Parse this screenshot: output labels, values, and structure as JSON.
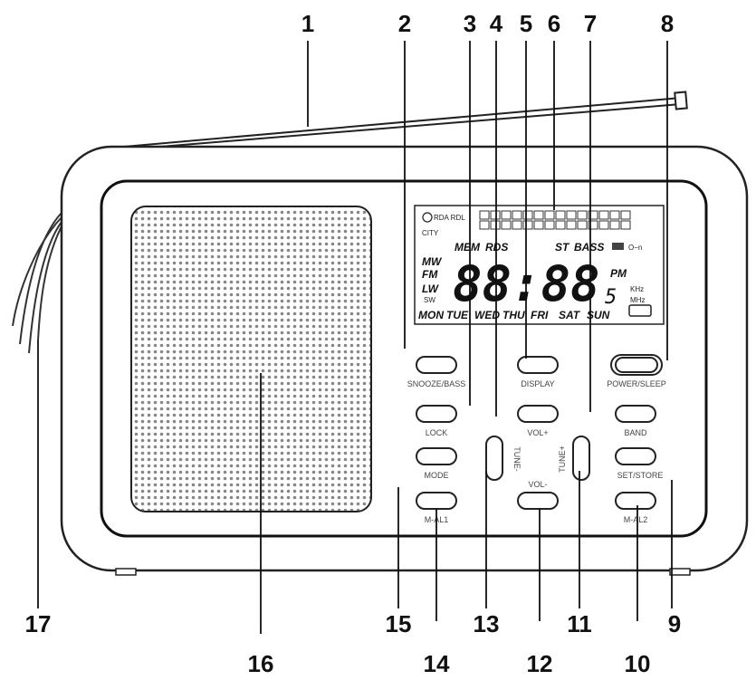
{
  "callouts": [
    "1",
    "2",
    "3",
    "4",
    "5",
    "6",
    "7",
    "8",
    "9",
    "10",
    "11",
    "12",
    "13",
    "14",
    "15",
    "16",
    "17"
  ],
  "buttons": {
    "snooze_bass": "SNOOZE/BASS",
    "display": "DISPLAY",
    "power_sleep": "POWER/SLEEP",
    "lock": "LOCK",
    "vol_up": "VOL+",
    "band": "BAND",
    "mode": "MODE",
    "tune_down": "TUNE-",
    "tune_up": "TUNE+",
    "set_store": "SET/STORE",
    "vol_down": "VOL-",
    "mal1": "M-AL1",
    "mal2": "M-AL2"
  },
  "lcd": {
    "rds_sig": "RDA RDL",
    "city": "CITY",
    "mem": "MEM",
    "rds": "RDS",
    "st": "ST",
    "bass": "BASS",
    "key": "O−n",
    "band_mw": "MW",
    "band_fm": "FM",
    "band_lw": "LW",
    "band_sw": "SW",
    "digits": "88:88",
    "pm": "PM",
    "sleep_digit": "5",
    "khz": "KHz",
    "mhz": "MHz",
    "days": [
      "MON",
      "TUE",
      "WED",
      "THU",
      "FRI",
      "SAT",
      "SUN"
    ]
  }
}
